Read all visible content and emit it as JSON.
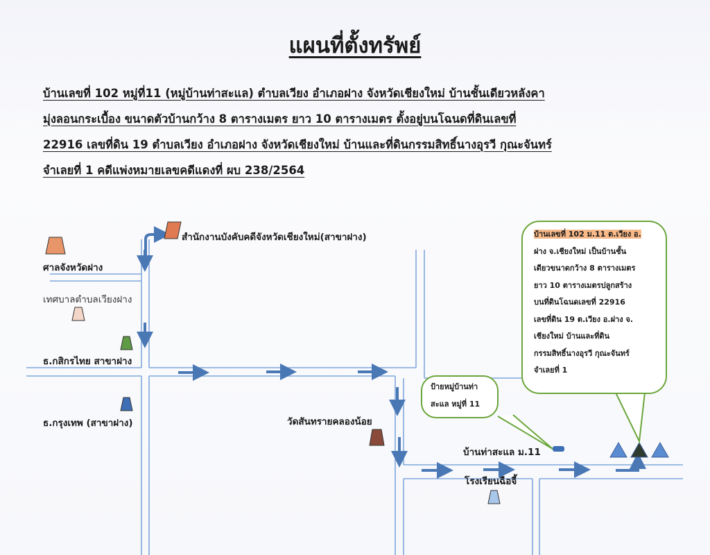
{
  "document": {
    "title": "แผนที่ตั้งทรัพย์",
    "description_lines": [
      "บ้านเลขที่ 102 หมู่ที่11 (หมู่บ้านท่าสะแล) ตำบลเวียง อำเภอฝาง จังหวัดเชียงใหม่ บ้านชั้นเดียวหลังคา",
      "มุ่งลอนกระเบื้อง ขนาดตัวบ้านกว้าง 8 ตารางเมตร ยาว 10 ตารางเมตร ตั้งอยู่บนโฉนดที่ดินเลขที่",
      "22916 เลขที่ดิน 19 ตำบลเวียง อำเภอฝาง จังหวัดเชียงใหม่ บ้านและที่ดินกรรมสิทธิ์นางอุรวี กุณะจันทร์",
      "จำเลยที่ 1 คดีแพ่งหมายเลขคดีแดงที่ ผบ 238/2564"
    ]
  },
  "map": {
    "landmarks": [
      {
        "label": "สำนักงานบังคับคดีจังหวัดเชียงใหม่(สาขาฝาง)",
        "icon": "building-icon",
        "color": "#e07a52"
      },
      {
        "label": "ศาลจังหวัดฝาง",
        "icon": "building-icon",
        "color": "#e8956a"
      },
      {
        "label": "เทศบาลตำบลเวียงฝาง",
        "icon": "building-icon",
        "color": "#f3d6c8"
      },
      {
        "label": "ธ.กสิกรไทย สาขาฝาง",
        "icon": "building-icon",
        "color": "#5f9a45"
      },
      {
        "label": "ธ.กรุงเทพ (สาขาฝาง)",
        "icon": "building-icon",
        "color": "#3e6fb5"
      },
      {
        "label": "วัดสันทรายคลองน้อย",
        "icon": "building-icon",
        "color": "#8a4a3a"
      },
      {
        "label": "โรงเรียนฉือจี้",
        "icon": "building-icon",
        "color": "#a9c7ea"
      },
      {
        "label": "บ้านท่าสะแล ม.11",
        "icon": "sign-icon",
        "color": "#3e6fb5"
      }
    ],
    "callout_sign": {
      "lines": [
        "ป้ายหมู่บ้านท่า",
        "สะแล หมู่ที่ 11"
      ]
    },
    "callout_property": {
      "highlight": "บ้านเลขที่ 102 ม.11 ต.เวียง อ.",
      "lines": [
        "ฝาง จ.เชียงใหม่ เป็นบ้านชั้น",
        "เดียวขนาดกว้าง 8 ตารางเมตร",
        "ยาว 10 ตารางเมตรปลูกสร้าง",
        "บนที่ดินโฉนดเลขที่ 22916",
        "เลขที่ดิน 19 ต.เวียง อ.ฝาง จ.",
        "เชียงใหม่ บ้านและที่ดิน",
        "กรรมสิทธิ์นางอุรวี กุณะจันทร์",
        "จำเลยที่ 1"
      ]
    },
    "colors": {
      "road": "#7fa7dc",
      "arrow": "#4a78b5",
      "callout_border": "#6aa53a",
      "highlight": "#f8b989",
      "house_target": "#2f3a2f",
      "house_neighbor": "#5b8bd0"
    }
  }
}
